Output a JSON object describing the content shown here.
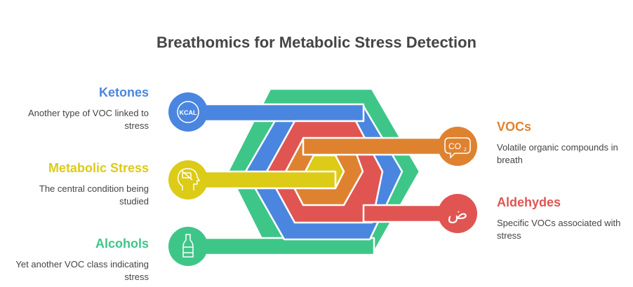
{
  "title": "Breathomics for Metabolic Stress Detection",
  "items": [
    {
      "heading": "Ketones",
      "description": "Another type of VOC linked to stress",
      "color": "#4a86e0",
      "icon": "kcal-icon"
    },
    {
      "heading": "Metabolic Stress",
      "description": "The central condition being studied",
      "color": "#dccb17",
      "icon": "head-icon"
    },
    {
      "heading": "Alcohols",
      "description": "Yet another VOC class indicating stress",
      "color": "#3ec688",
      "icon": "bottle-icon"
    },
    {
      "heading": "VOCs",
      "description": "Volatile organic compounds in breath",
      "color": "#df8230",
      "icon": "co2-icon"
    },
    {
      "heading": "Aldehydes",
      "description": "Specific VOCs associated with stress",
      "color": "#e05552",
      "icon": "arabic-letter-icon"
    }
  ],
  "icon_text": {
    "kcal": "KCAL",
    "co2": "CO",
    "co2_sub": "2",
    "arabic": "ض"
  }
}
